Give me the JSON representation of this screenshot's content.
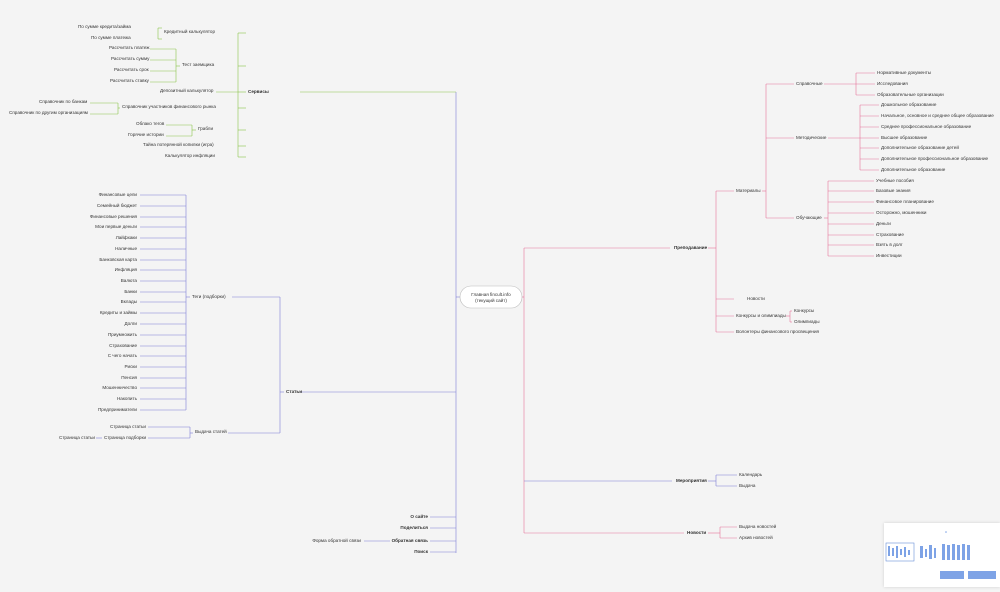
{
  "root": {
    "line1": "Главная fincult.info",
    "line2": "(текущий сайт)"
  },
  "colors": {
    "services": "#8bc34a",
    "articles": "#7e7ed6",
    "teaching": "#e57399",
    "events": "#7e7ed6",
    "news": "#e57399",
    "other": "#7e7ed6",
    "credit": "#8bc34a"
  },
  "services": {
    "label": "Сервисы",
    "credit_calc": {
      "label": "Кредитный калькулятор",
      "items": [
        "По сумме кредита/займа",
        "По сумме платежа"
      ]
    },
    "borrower_test": {
      "label": "Тест заемщика",
      "items": [
        "Рассчитать платеж",
        "Рассчитать сумму",
        "Рассчитать срок",
        "Рассчитать ставку"
      ]
    },
    "deposit_calc": "Депозитный калькулятор",
    "registry": {
      "label": "Справочник участников финансового рынка",
      "items": [
        "Справочник по банкам",
        "Справочник по другим организациям"
      ]
    },
    "mistakes": {
      "label": "Грабли",
      "items": [
        "Облако тегов",
        "Горячие истории"
      ]
    },
    "quest": "Тайна потерянной копилки (игра)",
    "inflation": "Калькулятор инфляции"
  },
  "articles": {
    "label": "Статьи",
    "tags": {
      "label": "Теги (подборки)",
      "items": [
        "Финансовые цели",
        "Семейный бюджет",
        "Финансовые решения",
        "Мои первые деньги",
        "Лайфхаки",
        "Наличные",
        "Банковская карта",
        "Инфляция",
        "Валюта",
        "Банки",
        "Вклады",
        "Кредиты и займы",
        "Долги",
        "Приумножить",
        "Страхование",
        "С чего начать",
        "Риски",
        "Пенсия",
        "Мошенничество",
        "Накопить",
        "Предприниматели"
      ]
    },
    "output": {
      "label": "Выдача статей",
      "items": [
        "Страница статьи",
        "Страница подборки"
      ],
      "sub": "Страница статьи"
    }
  },
  "other_nodes": {
    "about": "О сайте",
    "share": "Поделиться",
    "feedback": "Обратная связь",
    "feedback_form": "Форма обратной связи",
    "search": "Поиск"
  },
  "teaching": {
    "label": "Преподавание",
    "materials": {
      "label": "Материалы",
      "reference": {
        "label": "Справочные",
        "items": [
          "Нормативные документы",
          "Исследования",
          "Образовательные организации"
        ]
      },
      "methodical": {
        "label": "Методические",
        "items": [
          "Дошкольное образование",
          "Начальное, основное и среднее общее образование",
          "Среднее профессиональное образование",
          "Высшее образование",
          "Дополнительное образование детей",
          "Дополнительное профессиональное образование",
          "Дополнительное образование"
        ]
      },
      "learning": {
        "label": "Обучающие",
        "items": [
          "Учебные пособия",
          "Базовые знания",
          "Финансовое планирование",
          "Осторожно, мошенники",
          "Деньги",
          "Страхование",
          "Взять в долг",
          "Инвестиции"
        ]
      }
    },
    "news": "Новости",
    "contests": {
      "label": "Конкурсы и олимпиады",
      "items": [
        "Конкурсы",
        "Олимпиады"
      ]
    },
    "volunteers": "Волонтеры финансового просвещения"
  },
  "events": {
    "label": "Мероприятия",
    "items": [
      "Календарь",
      "Выдача"
    ]
  },
  "news": {
    "label": "Новости",
    "items": [
      "Выдача новостей",
      "Архив новостей"
    ]
  }
}
